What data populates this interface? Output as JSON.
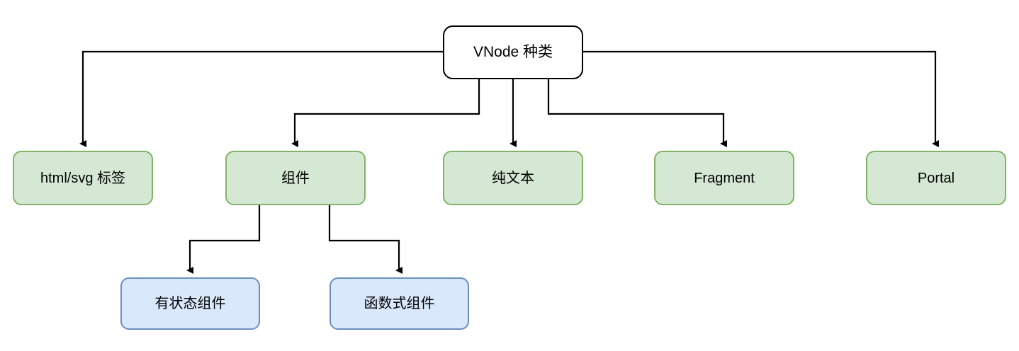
{
  "diagram": {
    "title": "VNode 种类",
    "background_color": "#ffffff",
    "edge_color": "#000000",
    "palette": {
      "root_fill": "#ffffff",
      "root_stroke": "#000000",
      "green_fill": "#d5e8d4",
      "green_stroke": "#82b366",
      "blue_fill": "#dae8fc",
      "blue_stroke": "#6c8ebf"
    },
    "nodes": {
      "root": {
        "label": "VNode 种类"
      },
      "html_svg_tag": {
        "label": "html/svg 标签"
      },
      "component": {
        "label": "组件"
      },
      "plain_text": {
        "label": "纯文本"
      },
      "fragment": {
        "label": "Fragment"
      },
      "portal": {
        "label": "Portal"
      },
      "stateful_component": {
        "label": "有状态组件"
      },
      "functional_component": {
        "label": "函数式组件"
      }
    }
  }
}
